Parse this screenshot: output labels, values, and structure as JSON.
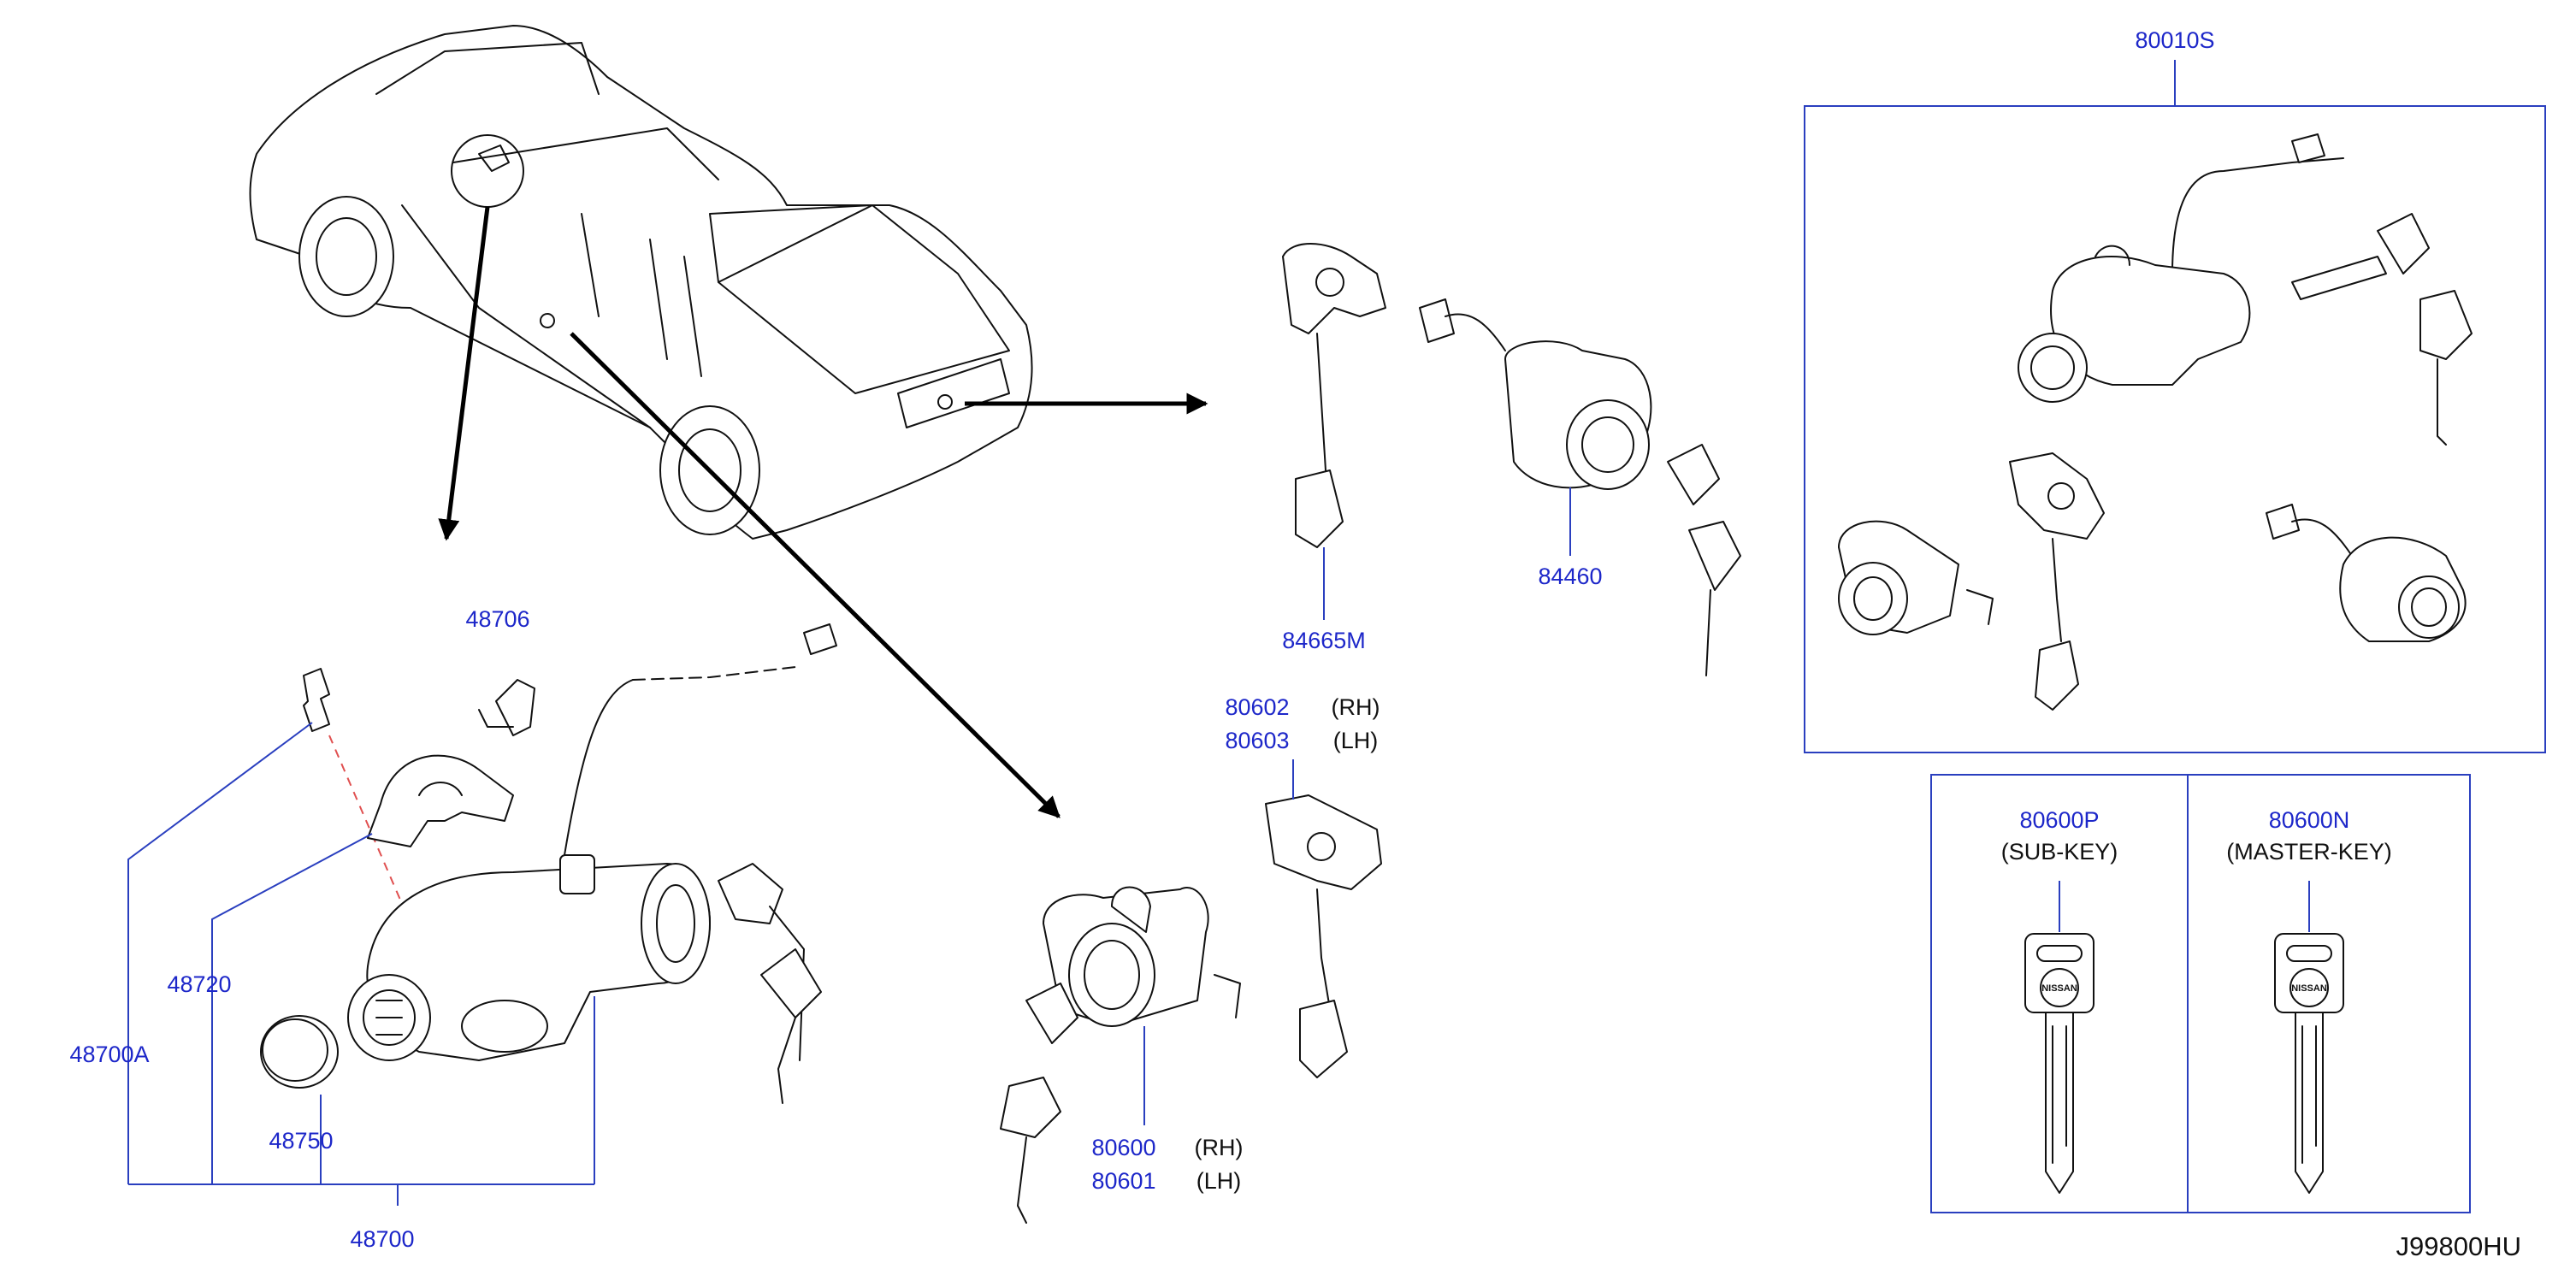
{
  "diagram_id": "J99800HU",
  "parts": {
    "ignition_kit": "80010S",
    "cyl_trunk": "84460",
    "trunk_switch": "84665M",
    "ign_ring": "48706",
    "ign_clamp": "48720",
    "ign_assy_a": "48700A",
    "ign_cap": "48750",
    "ign_lock": "48700",
    "door_sw_rh": "80602",
    "door_sw_lh": "80603",
    "door_cyl_rh": "80600",
    "door_cyl_lh": "80601",
    "key_sub": "80600P",
    "key_master": "80600N"
  },
  "side_labels": {
    "rh": "(RH)",
    "lh": "(LH)"
  },
  "key_labels": {
    "sub": "(SUB-KEY)",
    "master": "(MASTER-KEY)"
  },
  "key_brand": "NISSAN"
}
